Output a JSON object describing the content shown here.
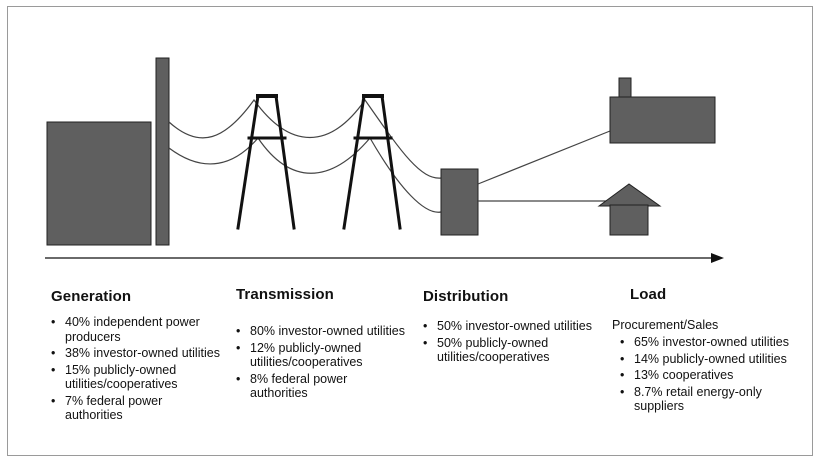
{
  "colors": {
    "block": "#5f5f5f",
    "stroke": "#222222",
    "line": "#444444"
  },
  "columns": [
    {
      "title": "Generation",
      "subtitle": "",
      "items": [
        "40% independent power producers",
        "38% investor-owned utilities",
        "15% publicly-owned utilities/cooperatives",
        "7% federal power authorities"
      ]
    },
    {
      "title": "Transmission",
      "subtitle": "",
      "items": [
        "80% investor-owned utilities",
        "12% publicly-owned utilities/cooperatives",
        "8% federal power authorities"
      ]
    },
    {
      "title": "Distribution",
      "subtitle": "",
      "items": [
        "50% investor-owned utilities",
        "50% publicly-owned utilities/cooperatives"
      ]
    },
    {
      "title": "Load",
      "subtitle": "Procurement/Sales",
      "items": [
        "65% investor-owned utilities",
        "14% publicly-owned utilities",
        "13% cooperatives",
        "8.7% retail energy-only suppliers"
      ]
    }
  ]
}
